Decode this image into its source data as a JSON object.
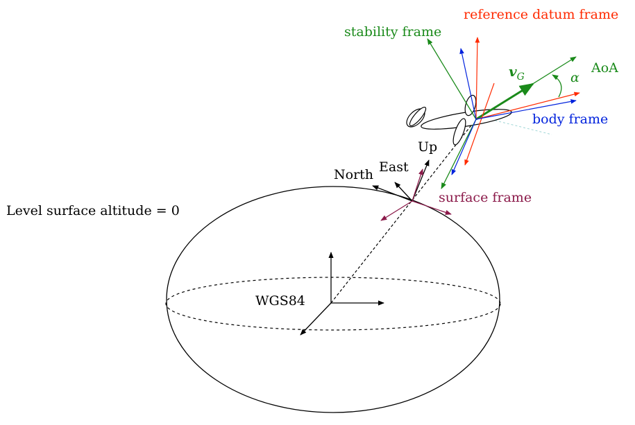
{
  "labels": {
    "reference_datum_frame": "reference datum frame",
    "stability_frame": "stability frame",
    "aoa": "AoA",
    "alpha": "α",
    "velocity_symbol": "v",
    "velocity_subscript": "G",
    "body_frame": "body frame",
    "up": "Up",
    "east": "East",
    "north": "North",
    "surface_frame": "surface frame",
    "level_surface": "Level surface altitude = 0",
    "wgs84": "WGS84"
  },
  "colors": {
    "black": "#000000",
    "stability_green": "#1a8a1a",
    "reference_red": "#ff2a00",
    "body_blue": "#0022dd",
    "surface_maroon": "#8b1a4a",
    "projection_cyan": "#9fd6d6"
  }
}
